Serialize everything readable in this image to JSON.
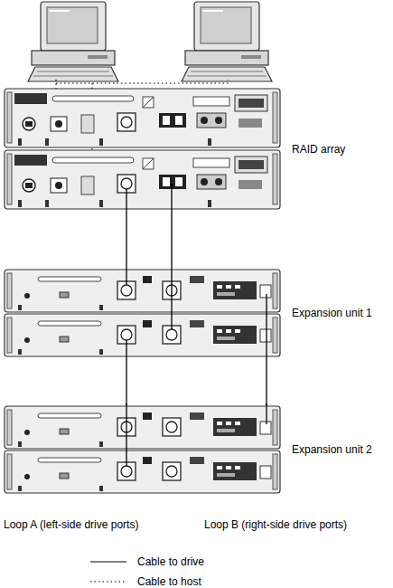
{
  "diagram": {
    "nodes": [
      {
        "text": [
          "RAID array"
        ]
      },
      {
        "text": [
          "Expansion unit 1"
        ]
      },
      {
        "text": [
          "Expansion unit 2"
        ]
      }
    ],
    "edges": [
      {
        "from": 0,
        "to": 1,
        "arrow": "none"
      },
      {
        "from": 0,
        "to": 1,
        "arrow": "none"
      },
      {
        "from": 1,
        "to": 2,
        "arrow": "none"
      },
      {
        "from": 1,
        "to": 2,
        "arrow": "none"
      }
    ],
    "labels": [
      "Loop A (left-side drive ports)",
      "Loop B (right-side drive ports)"
    ],
    "legend": [
      {
        "text": "Cable to drive"
      },
      {
        "text": "Cable to host"
      }
    ]
  }
}
